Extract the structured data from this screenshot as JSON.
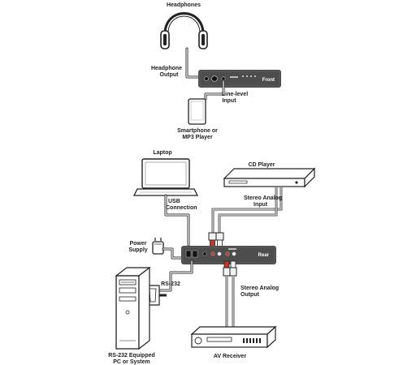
{
  "labels": {
    "headphones": "Headphones",
    "headphone_output_line1": "Headphone",
    "headphone_output_line2": "Output",
    "front": "Front",
    "line_level_line1": "Line-level",
    "line_level_line2": "Input",
    "smartphone_line1": "Smartphone or",
    "smartphone_line2": "MP3 Player",
    "laptop": "Laptop",
    "cd_player": "CD Player",
    "usb_line1": "USB",
    "usb_line2": "Connection",
    "stereo_in_line1": "Stereo Analog",
    "stereo_in_line2": "Input",
    "power_line1": "Power",
    "power_line2": "Supply",
    "rear": "Rear",
    "rs232": "RS-232",
    "stereo_out_line1": "Stereo Analog",
    "stereo_out_line2": "Output",
    "rs232_pc_line1": "RS-232 Equipped",
    "rs232_pc_line2": "PC or System",
    "av_receiver": "AV Receiver"
  },
  "icons": {
    "headphones": "headphones-icon",
    "smartphone": "smartphone-icon",
    "laptop": "laptop-icon",
    "cd_player": "cd-player-icon",
    "power_supply": "power-adapter-icon",
    "pc_tower": "pc-tower-icon",
    "av_receiver": "av-receiver-icon"
  },
  "colors": {
    "device_body": "#4d4d4d",
    "line": "#2b2b2b",
    "rca_red": "#c0392b",
    "rca_white": "#f2f2f2",
    "background": "#ffffff"
  }
}
